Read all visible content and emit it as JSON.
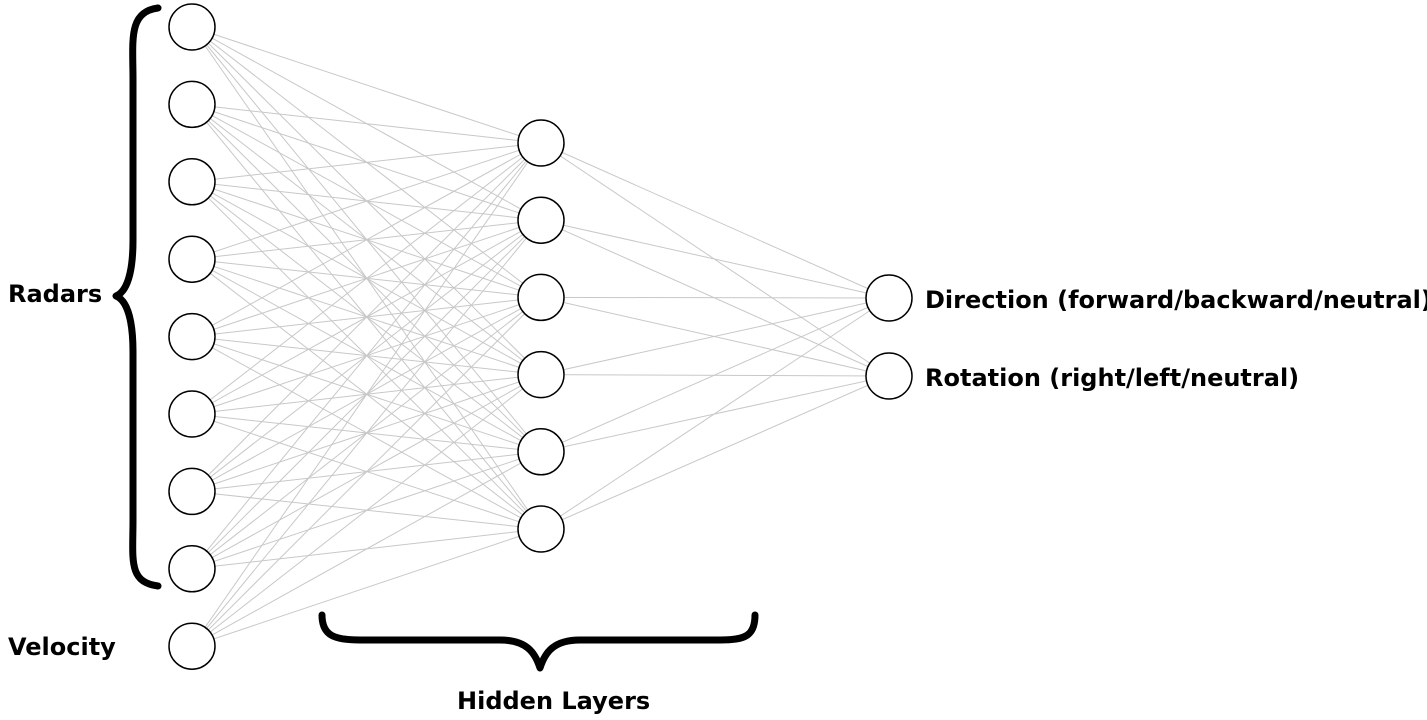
{
  "input_group_label": "Radars",
  "velocity_label": "Velocity",
  "hidden_label": "Hidden Layers",
  "outputs": [
    {
      "label": "Direction (forward/backward/neutral)"
    },
    {
      "label": "Rotation (right/left/neutral)"
    }
  ],
  "layers": {
    "radar_inputs": 8,
    "velocity_inputs": 1,
    "hidden": 6,
    "outputs": 2
  },
  "colors": {
    "edge": "#c8c8c8",
    "node_stroke": "#000000",
    "brace": "#000000"
  }
}
